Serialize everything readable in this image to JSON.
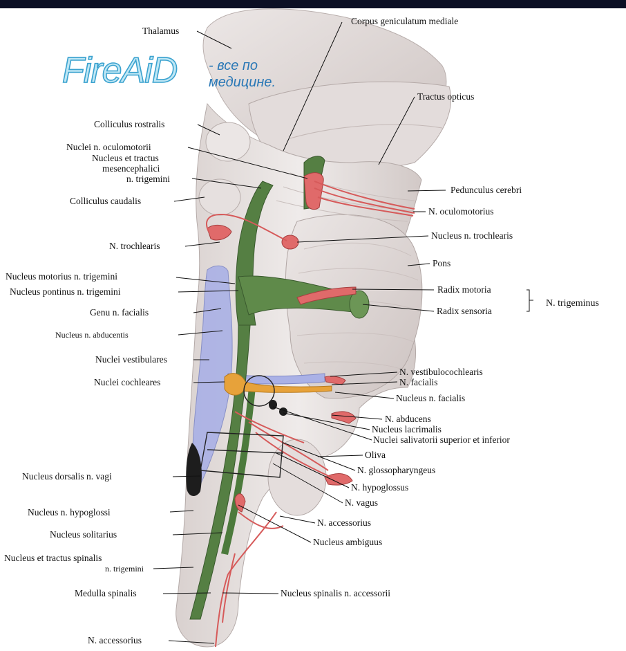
{
  "watermark": {
    "brand": "FireAiD",
    "tagline_line1": "- все по",
    "tagline_line2": "медицине."
  },
  "labels_left": [
    "Thalamus",
    "Colliculus rostralis",
    "Nuclei n. oculomotorii",
    "Nucleus et tractus",
    "mesencephalici",
    "n. trigemini",
    "Colliculus caudalis",
    "N. trochlearis",
    "Nucleus motorius n. trigemini",
    "Nucleus pontinus n. trigemini",
    "Genu n. facialis",
    "Nucleus n. abducentis",
    "Nuclei vestibulares",
    "Nuclei cochleares",
    "Nucleus dorsalis n. vagi",
    "Nucleus n. hypoglossi",
    "Nucleus solitarius",
    "Nucleus et tractus spinalis",
    "n. trigemini",
    "Medulla spinalis",
    "N. accessorius"
  ],
  "labels_right": [
    "Corpus geniculatum mediale",
    "Tractus opticus",
    "Pedunculus cerebri",
    "N. oculomotorius",
    "Nucleus n. trochlearis",
    "Pons",
    "Radix motoria",
    "Radix sensoria",
    "N. trigeminus",
    "N. vestibulocochlearis",
    "N. facialis",
    "Nucleus n. facialis",
    "N. abducens",
    "Nucleus lacrimalis",
    "Nuclei salivatorii superior et inferior",
    "Oliva",
    "N. glossopharyngeus",
    "N. hypoglossus",
    "N. vagus",
    "N. accessorius",
    "Nucleus ambiguus",
    "Nucleus spinalis n. accessorii"
  ],
  "colors": {
    "brainstem": "#e9e3e1",
    "brainstem_shade": "#cfc6c4",
    "motor_nuclei": "#e06a6a",
    "sensory_nuclei": "#4f7a3e",
    "vestibular": "#aab1e6",
    "cochlear": "#e7a23a"
  }
}
